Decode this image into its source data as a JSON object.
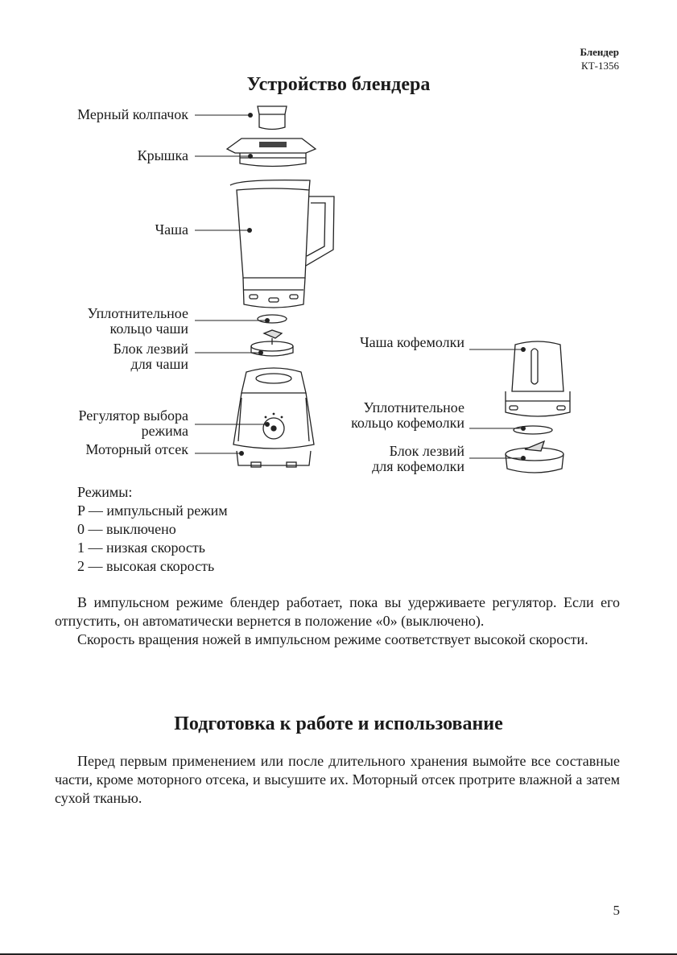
{
  "header": {
    "product": "Блендер",
    "model": "КТ-1356"
  },
  "section1": {
    "title": "Устройство блендера"
  },
  "labels": {
    "cap": "Мерный колпачок",
    "lid": "Крышка",
    "jar": "Чаша",
    "jar_ring_1": "Уплотнительное",
    "jar_ring_2": "кольцо чаши",
    "jar_blade_1": "Блок лезвий",
    "jar_blade_2": "для чаши",
    "knob_1": "Регулятор выбора",
    "knob_2": "режима",
    "motor": "Моторный отсек",
    "grinder_bowl": "Чаша кофемолки",
    "grinder_ring_1": "Уплотнительное",
    "grinder_ring_2": "кольцо кофемолки",
    "grinder_blade_1": "Блок лезвий",
    "grinder_blade_2": "для кофемолки"
  },
  "modes": {
    "heading": "Режимы:",
    "items": [
      "P — импульсный режим",
      "0 — выключено",
      "1 — низкая скорость",
      "2 — высокая скорость"
    ]
  },
  "paragraphs1": [
    "В импульсном режиме блендер работает, пока вы удерживаете регулятор. Если его отпустить, он автоматически вернется в положение «0» (выключено).",
    "Скорость вращения ножей в импульсном режиме соответствует высокой скорости."
  ],
  "section2": {
    "title": "Подготовка к работе и использование",
    "paragraph": "Перед первым применением или после длительного хранения вымойте все составные части, кроме моторного отсека, и высушите их. Моторный отсек протрите влажной а затем сухой тканью."
  },
  "page_number": "5",
  "icons": [
    "blender-diagram",
    "coffee-grinder-diagram"
  ]
}
